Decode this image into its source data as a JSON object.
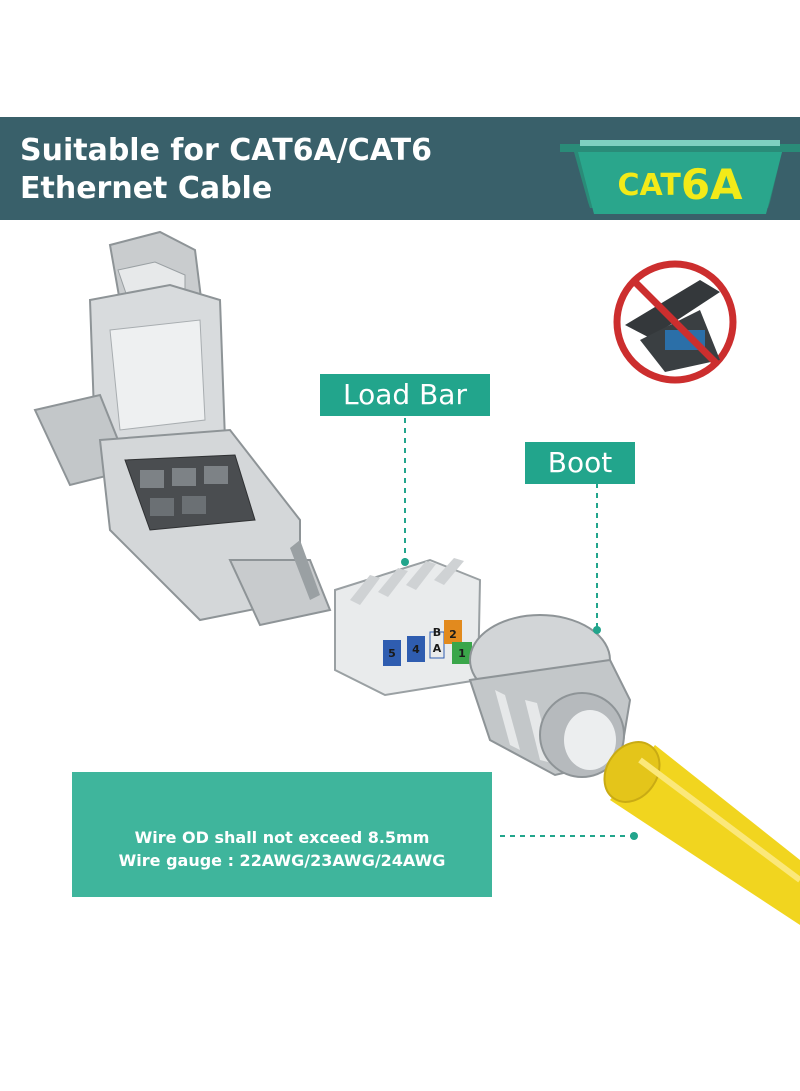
{
  "banner": {
    "line1": "Suitable for CAT6A/CAT6",
    "line2": "Ethernet Cable"
  },
  "badge": {
    "prefix": "CAT",
    "number": "6A"
  },
  "labels": {
    "load_bar": "Load Bar",
    "boot": "Boot"
  },
  "wire_info": {
    "line1": "Wire OD shall not exceed 8.5mm",
    "line2": "Wire gauge : 22AWG/23AWG/24AWG"
  },
  "keystone_numbers": [
    "5",
    "4",
    "B",
    "A",
    "2",
    "1"
  ],
  "icons": {
    "no_tool": "crimp-tool-prohibited-icon"
  },
  "colors": {
    "banner": "#39606a",
    "accent": "#22a58c",
    "badge_text": "#f2ea18",
    "cable": "#f1d51f"
  }
}
